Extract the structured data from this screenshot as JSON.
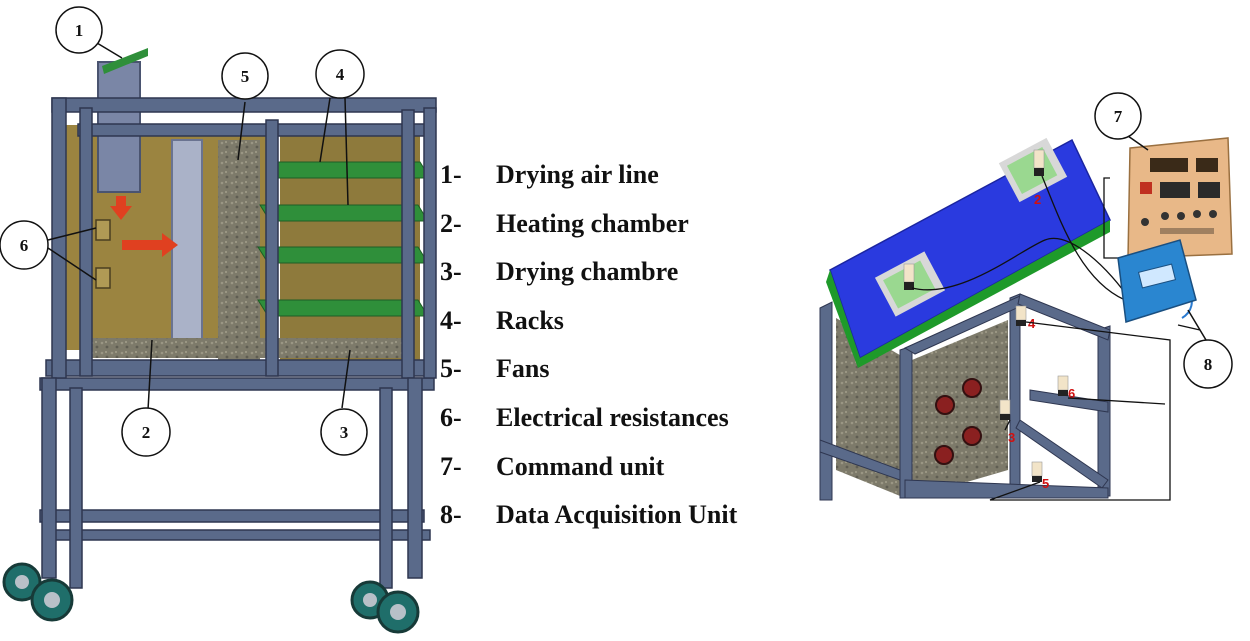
{
  "legend": [
    {
      "num": "1-",
      "label": "Drying air line"
    },
    {
      "num": "2-",
      "label": "Heating chamber"
    },
    {
      "num": "3-",
      "label": "Drying chambre"
    },
    {
      "num": "4-",
      "label": "Racks"
    },
    {
      "num": "5-",
      "label": "Fans"
    },
    {
      "num": "6-",
      "label": "Electrical resistances"
    },
    {
      "num": "7-",
      "label": "Command unit"
    },
    {
      "num": "8-",
      "label": "Data Acquisition Unit"
    }
  ],
  "callouts": {
    "c1": "1",
    "c2": "2",
    "c3": "3",
    "c4": "4",
    "c5": "5",
    "c6": "6",
    "c7": "7",
    "c8": "8"
  },
  "sensors": {
    "s2": "2",
    "s4": "4",
    "s6": "6",
    "s3": "3",
    "s5": "5"
  },
  "colors": {
    "frame": "#4a5a78",
    "chamber_wall": "#9b8440",
    "rack": "#2f8f3a",
    "arrow": "#e04020",
    "lid": "#2a3adf",
    "lid_edge": "#1e9a2a",
    "command_unit": "#e8b888",
    "daq_unit": "#2a86d0",
    "wheel": "#1f6e6a"
  }
}
